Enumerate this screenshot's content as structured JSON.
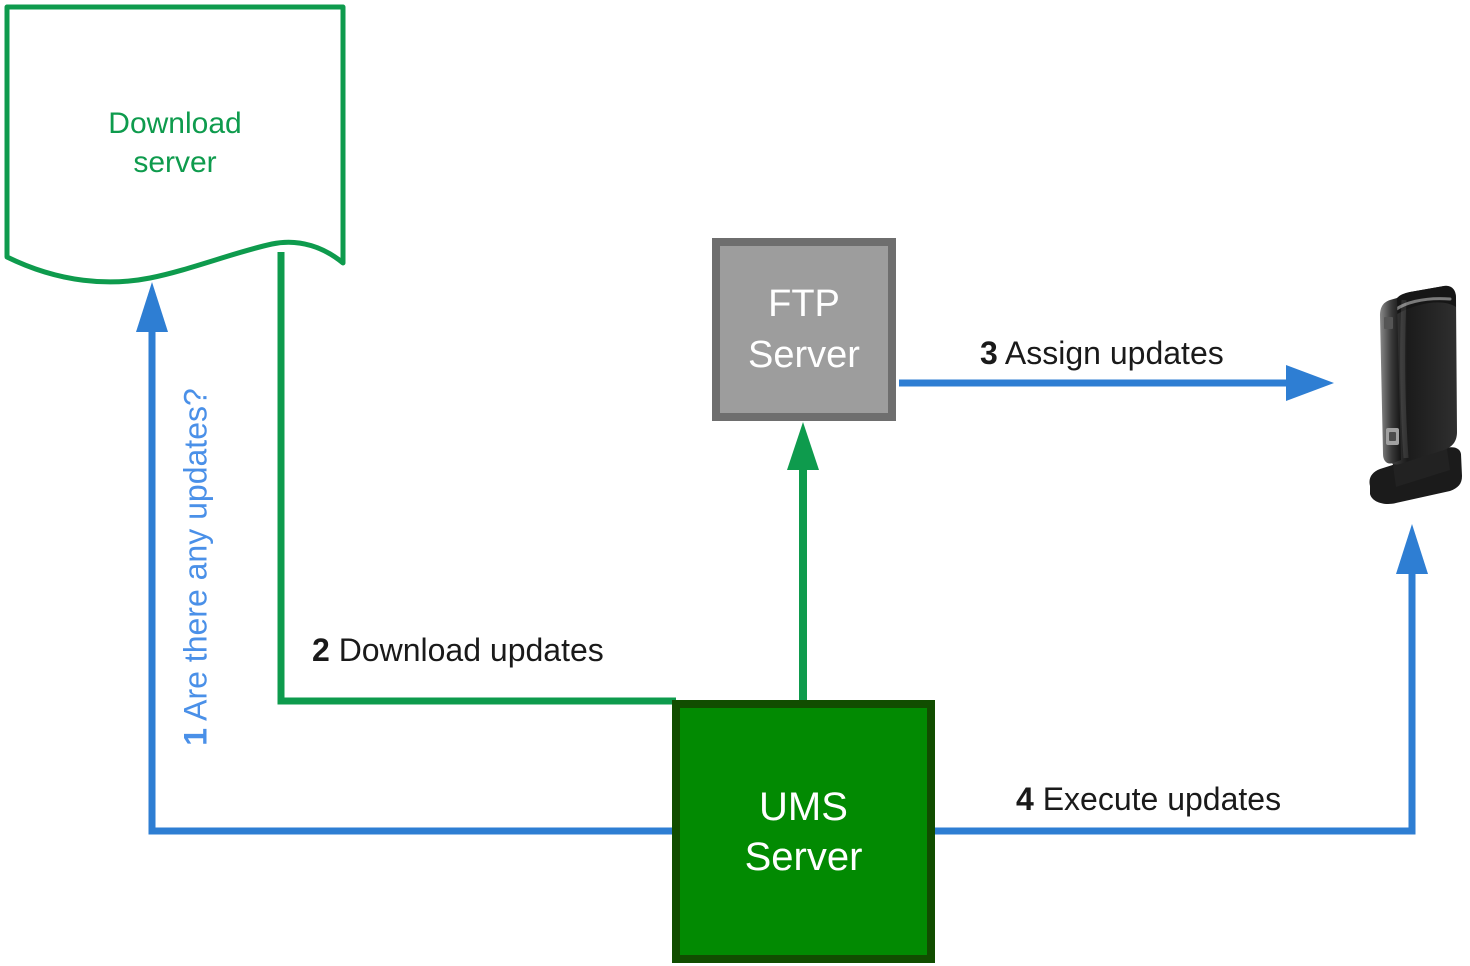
{
  "nodes": {
    "download_server": {
      "line1": "Download",
      "line2": "server"
    },
    "ftp_server": {
      "line1": "FTP",
      "line2": "Server"
    },
    "ums_server": {
      "line1": "UMS",
      "line2": "Server"
    }
  },
  "steps": [
    {
      "number": "1",
      "label": "Are there any updates?"
    },
    {
      "number": "2",
      "label": "Download updates"
    },
    {
      "number": "3",
      "label": "Assign updates"
    },
    {
      "number": "4",
      "label": "Execute updates"
    }
  ],
  "icons": {
    "thin_client": "thin-client-device"
  },
  "colors": {
    "green_line": "#0e9b4d",
    "ums_fill": "#028a02",
    "ums_border": "#114d00",
    "ftp_fill": "#9d9d9d",
    "ftp_border": "#6e6e6e",
    "blue_line": "#2e7ed3",
    "blue_text": "#4a90e8",
    "label_text": "#1a1a1a",
    "device_body": "#1e1e1e"
  }
}
